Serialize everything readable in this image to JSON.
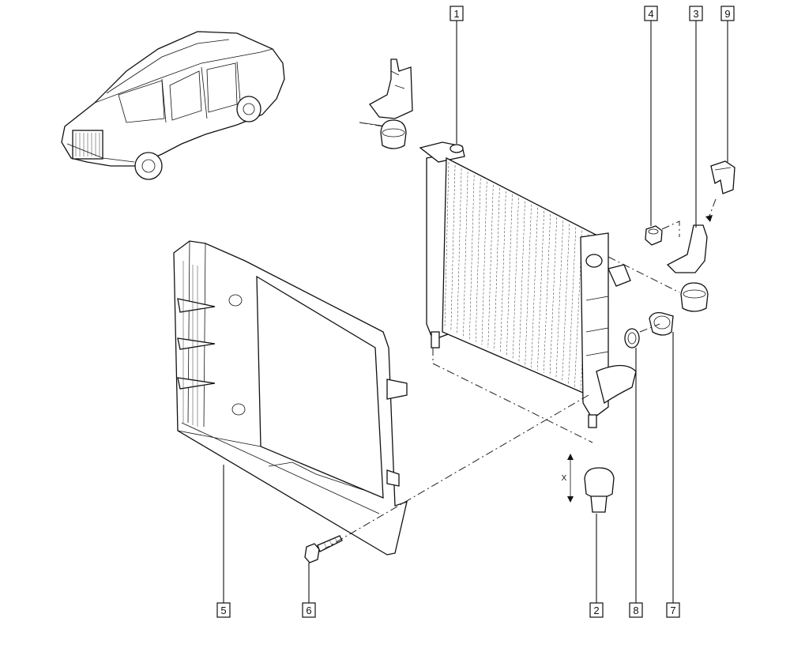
{
  "callouts": [
    "1",
    "2",
    "3",
    "4",
    "5",
    "6",
    "7",
    "8",
    "9"
  ],
  "dimension_label": "X",
  "icons": [
    "car-icon",
    "radiator-icon",
    "fan-shroud-icon",
    "bracket-icon",
    "rubber-mount-icon",
    "bolt-icon",
    "nut-icon",
    "clip-icon",
    "drain-plug-icon",
    "seal-ring-icon"
  ]
}
